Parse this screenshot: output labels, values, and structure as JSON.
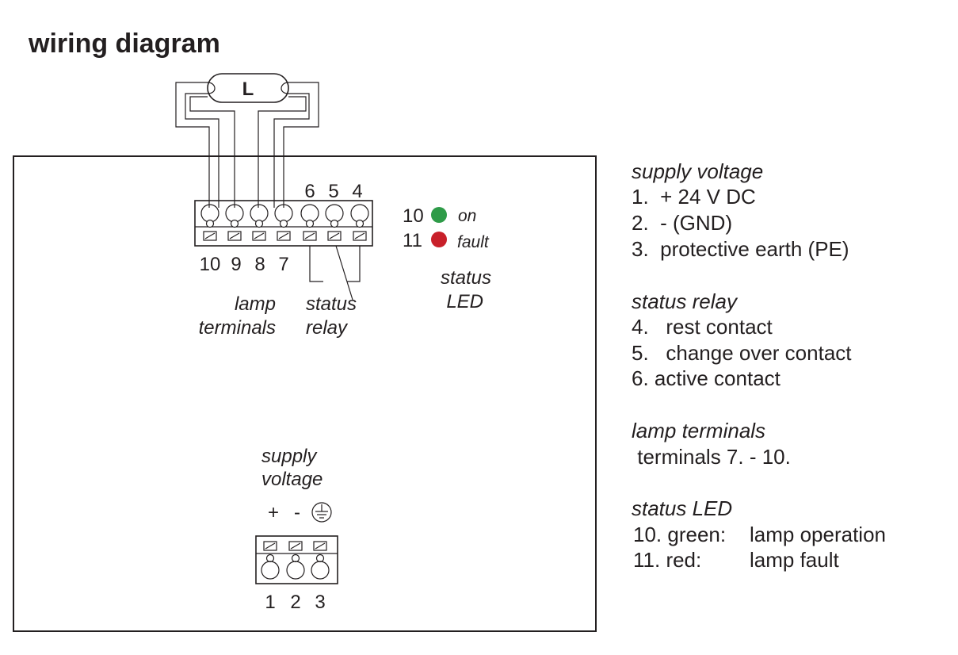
{
  "title": "wiring diagram",
  "lamp_label": "L",
  "top_terminals": {
    "numbers_above": [
      "6",
      "5",
      "4"
    ],
    "numbers_below": [
      "10",
      "9",
      "8",
      "7"
    ]
  },
  "led": {
    "on": {
      "number": "10",
      "label": "on",
      "color": "#2e9b48"
    },
    "fault": {
      "number": "11",
      "label": "fault",
      "color": "#c8202a"
    },
    "caption_line1": "status",
    "caption_line2": "LED"
  },
  "labels": {
    "lamp_terminals_line1": "lamp",
    "lamp_terminals_line2": "terminals",
    "status_relay_line1": "status",
    "status_relay_line2": "relay",
    "supply_voltage_line1": "supply",
    "supply_voltage_line2": "voltage"
  },
  "supply_connector": {
    "symbols": [
      "+",
      "-"
    ],
    "earth_icon": "protective-earth-icon",
    "numbers": [
      "1",
      "2",
      "3"
    ]
  },
  "legend": {
    "supply_voltage": {
      "heading": "supply voltage",
      "items": [
        "1.  + 24 V DC",
        "2.  - (GND)",
        "3.  protective earth (PE)"
      ]
    },
    "status_relay": {
      "heading": "status relay",
      "items": [
        "4.   rest contact",
        "5.   change over contact",
        "6. active contact"
      ]
    },
    "lamp_terminals": {
      "heading": "lamp terminals",
      "items": [
        " terminals 7. - 10."
      ]
    },
    "status_led": {
      "heading": "status LED",
      "rows": [
        {
          "key": "10. green:",
          "value": "lamp operation"
        },
        {
          "key": "11. red:",
          "value": "lamp fault"
        }
      ]
    }
  }
}
